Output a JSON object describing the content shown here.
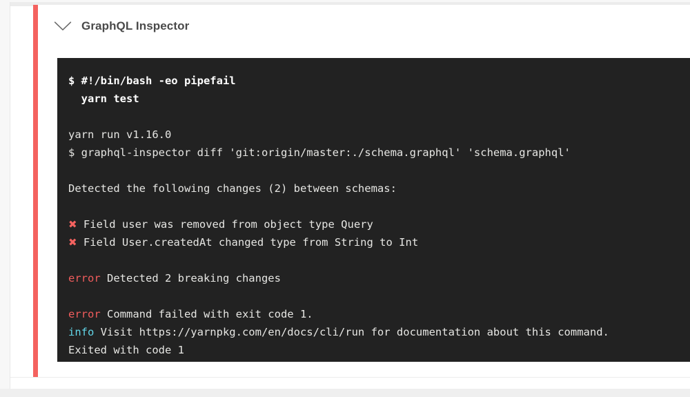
{
  "card": {
    "status_color": "#f4625f",
    "background": "#ffffff"
  },
  "log_panel": {
    "title": "GraphQL Inspector",
    "collapse_icon": "chevron-down-icon",
    "expanded": true
  },
  "terminal": {
    "background": "#222222",
    "text_color": "#e6e6e3",
    "error_color": "#f05c5c",
    "info_color": "#62d6e8",
    "marker_color": "#f4625f",
    "lines": [
      {
        "type": "command",
        "prompt": "$",
        "text": "#!/bin/bash -eo pipefail"
      },
      {
        "type": "command_cont",
        "text": "yarn test"
      },
      {
        "type": "blank"
      },
      {
        "type": "plain",
        "text": "yarn run v1.16.0"
      },
      {
        "type": "plain",
        "text": "$ graphql-inspector diff 'git:origin/master:./schema.graphql' 'schema.graphql'"
      },
      {
        "type": "blank"
      },
      {
        "type": "plain",
        "text": "Detected the following changes (2) between schemas:"
      },
      {
        "type": "blank"
      },
      {
        "type": "marker",
        "marker": "✖",
        "text": "Field user was removed from object type Query"
      },
      {
        "type": "marker",
        "marker": "✖",
        "text": "Field User.createdAt changed type from String to Int"
      },
      {
        "type": "blank"
      },
      {
        "type": "labeled",
        "label": "error",
        "label_kind": "error",
        "text": "Detected 2 breaking changes"
      },
      {
        "type": "blank"
      },
      {
        "type": "labeled",
        "label": "error",
        "label_kind": "error",
        "text": "Command failed with exit code 1."
      },
      {
        "type": "labeled",
        "label": "info",
        "label_kind": "info",
        "text": "Visit https://yarnpkg.com/en/docs/cli/run for documentation about this command."
      },
      {
        "type": "plain",
        "text": "Exited with code 1"
      }
    ]
  }
}
